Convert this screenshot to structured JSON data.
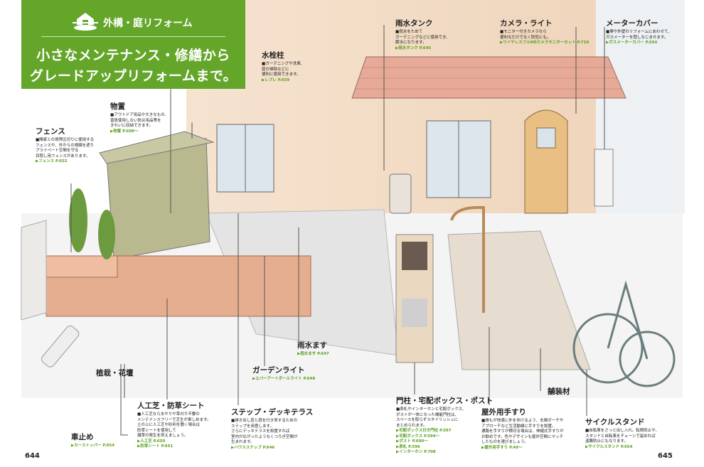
{
  "header": {
    "category": "外構・庭リフォーム",
    "title_line1": "小さなメンテナンス・修繕から",
    "title_line2": "グレードアップリフォームまで。",
    "icon": "house-fence-icon"
  },
  "colors": {
    "brand_green": "#64a62a",
    "link_green": "#5aa020",
    "wall": "#f2dcc6"
  },
  "labels": [
    {
      "id": "fence",
      "title": "フェンス",
      "text": [
        "■隣家との境界区切りに使用する",
        "フェンスや、外からの視線を遮り",
        "プライベート空間を守る",
        "目隠し用フェンスがあります。"
      ],
      "links": [
        "▶フェンス P.652"
      ]
    },
    {
      "id": "shed",
      "title": "物置",
      "text": [
        "■アウトドア用品や大きなもの、",
        "普段使用しない防災用品等を",
        "きれいに収納できます。"
      ],
      "links": [
        "▶物置 P.608〜"
      ]
    },
    {
      "id": "faucet",
      "title": "水栓柱",
      "text": [
        "■ガーデニングや洗車、",
        "庭の掃除などに",
        "便利に使用できます。"
      ],
      "links": [
        "▶レプレ P.659"
      ]
    },
    {
      "id": "rain-tank",
      "title": "雨水タンク",
      "text": [
        "■雨水をためて",
        "ガーデニングなどに使用でき、",
        "節水になります。"
      ],
      "links": [
        "▶雨水タンク P.645"
      ]
    },
    {
      "id": "camera",
      "title": "カメラ・ライト",
      "text": [
        "■モニター付きカメラなら",
        "便利なだけでなく防犯にも。"
      ],
      "links": [
        "▶ワイヤレスフルHDカメラモニターセット P.710"
      ]
    },
    {
      "id": "meter",
      "title": "メーターカバー",
      "text": [
        "■塀や外壁のリフォームにあわせて、",
        "ガスメーターを隠しなじませます。"
      ],
      "links": [
        "▶ガスメーターカバー P.654"
      ]
    },
    {
      "id": "planting",
      "title": "植栽・花壇",
      "text": [],
      "links": []
    },
    {
      "id": "car-stop",
      "title": "車止め",
      "text": [],
      "links": [
        "▶カーストッパー P.654"
      ]
    },
    {
      "id": "turf",
      "title": "人工芝・防草シート",
      "text": [
        "■人工芝なら水やりや草刈り不要の",
        "メンテナンスフリーで芝生が楽しめます。",
        "土の上に人工芝や砂利を敷く場合は",
        "防草シートを使用して",
        "雑草の発生を抑えましょう。"
      ],
      "links": [
        "▶人工芝 P.650",
        "▶防草シート P.651"
      ]
    },
    {
      "id": "step",
      "title": "ステップ・デッキテラス",
      "text": [
        "■掃き出し窓と庭を行き来するための",
        "ステップを用意します。",
        "さらにデッキテラスを設置すれば",
        "室内が広がったようなくつろぎ空間が",
        "生まれます。"
      ],
      "links": [
        "▶ハウスステップ P.646"
      ]
    },
    {
      "id": "drain",
      "title": "雨水ます",
      "text": [],
      "links": [
        "▶雨水ます P.647"
      ]
    },
    {
      "id": "garden-light",
      "title": "ガーデンライト",
      "text": [],
      "links": [
        "▶エバーアートポールライト P.648"
      ]
    },
    {
      "id": "gate",
      "title": "門柱・宅配ボックス・ポスト",
      "text": [
        "■表札やインターホンと宅配ボックス、",
        "ポストが一体になった機能門柱は、",
        "スペースを取らずスタイリッシュに",
        "まとめられます。"
      ],
      "links": [
        "▶宅配ボックス付き門柱 P.597",
        "▶宅配ボックス P.594〜",
        "▶ポスト P.600〜",
        "▶表札 P.596",
        "▶インターホン P.708"
      ]
    },
    {
      "id": "handrail",
      "title": "屋外用手すり",
      "text": [
        "■誰もが快適に外を歩けるよう、玄関ポーチや",
        "アプローチなど生活動線に手すりを設置。",
        "通路を手すりが横切る場合は、伸縮式手すりが",
        "お勧めです。色やデザインも屋外空間にマッチ",
        "したものを選びましょう。"
      ],
      "links": [
        "▶屋外用手すり P.40〜"
      ]
    },
    {
      "id": "paving",
      "title": "舗装材",
      "text": [],
      "links": []
    },
    {
      "id": "bike",
      "title": "サイクルスタンド",
      "text": [
        "■自転車をさっと出し入れ。転倒防止や、",
        "スタンドと自転車をチェーンで留めれば",
        "盗難防止にもなります。"
      ],
      "links": [
        "▶サイクルスタンド P.654"
      ]
    }
  ],
  "pages": {
    "left": "644",
    "right": "645"
  }
}
